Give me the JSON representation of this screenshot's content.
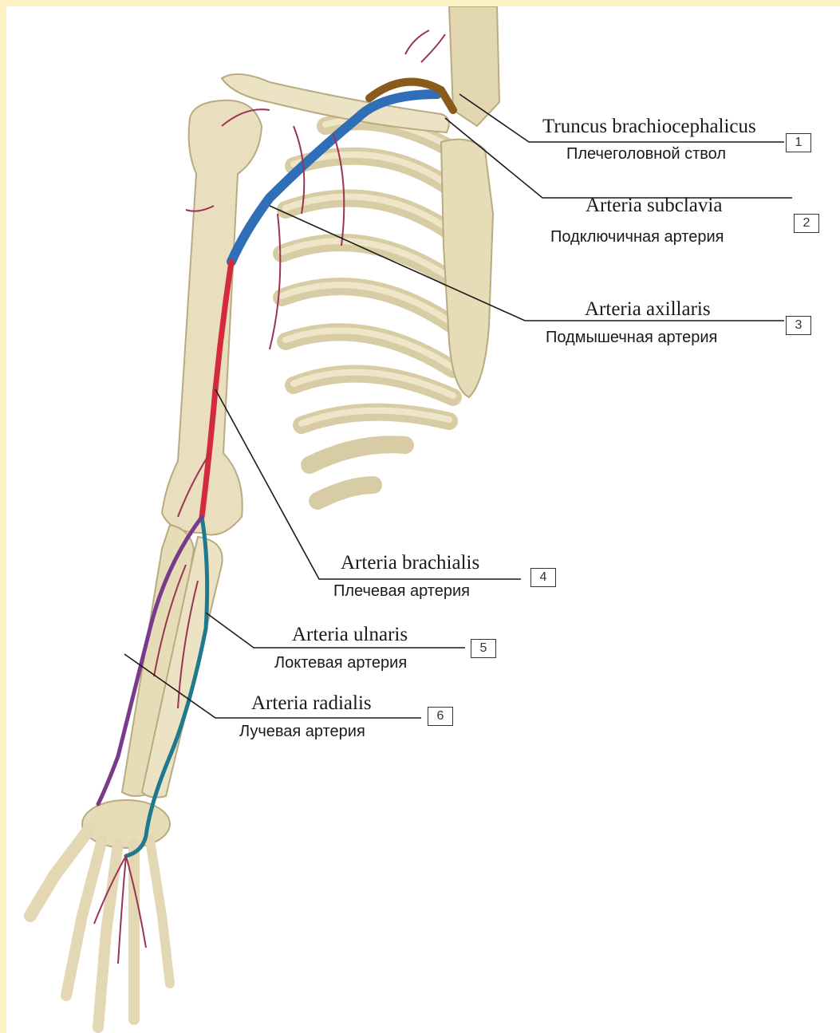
{
  "colors": {
    "background": "#fdf1c6",
    "bone": "#e9dfbe",
    "bone_shadow": "#c9bb92",
    "artery_blue": "#2f6fb8",
    "artery_red": "#d42a3a",
    "artery_teal": "#1e7a8c",
    "artery_purple": "#7a3a8a",
    "small_vessels": "#9b3355",
    "leader_line": "#1a1a1a"
  },
  "labels": [
    {
      "number": "1",
      "latin": "Truncus brachiocephalicus",
      "russian": "Плечеголовной ствол"
    },
    {
      "number": "2",
      "latin": "Arteria subclavia",
      "russian": "Подключичная артерия"
    },
    {
      "number": "3",
      "latin": "Arteria axillaris",
      "russian": "Подмышечная артерия"
    },
    {
      "number": "4",
      "latin": "Arteria brachialis",
      "russian": "Плечевая артерия"
    },
    {
      "number": "5",
      "latin": "Arteria ulnaris",
      "russian": "Локтевая артерия"
    },
    {
      "number": "6",
      "latin": "Arteria radialis",
      "russian": "Лучевая артерия"
    }
  ]
}
